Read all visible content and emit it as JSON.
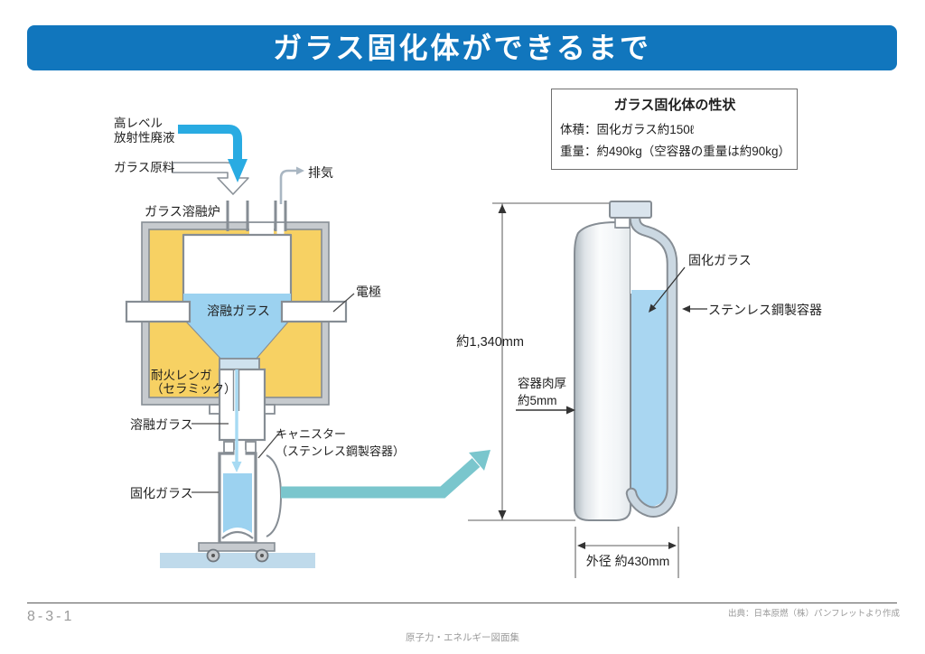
{
  "title": "ガラス固化体ができるまで",
  "info_box": {
    "title": "ガラス固化体の性状",
    "volume": "体積：固化ガラス約150ℓ",
    "weight": "重量：約490kg（空容器の重量は約90kg）"
  },
  "process_labels": {
    "waste": "高レベル\n放射性廃液",
    "glass_material": "ガラス原料",
    "exhaust": "排気",
    "furnace": "ガラス溶融炉",
    "molten_glass": "溶融ガラス",
    "electrode": "電極",
    "firebrick": "耐火レンガ\n（セラミック）",
    "molten_glass_drip": "溶融ガラス",
    "canister": "キャニスター\n（ステンレス鋼製容器）",
    "solidified_glass": "固化ガラス"
  },
  "detail_labels": {
    "height": "約1,340mm",
    "wall_thickness": "容器肉厚\n約5mm",
    "solidified_glass": "固化ガラス",
    "container": "ステンレス鋼製容器",
    "outer_diameter": "外径 約430mm"
  },
  "footer": {
    "page_number": "8-3-1",
    "source": "出典：日本原燃（株）パンフレットより作成",
    "series": "原子力・エネルギー図面集"
  },
  "colors": {
    "banner_blue": "#1176BD",
    "waste_arrow_blue": "#29ABE2",
    "furnace_yellow": "#F7D163",
    "wall_gray": "#868D94",
    "molten_glass_blue": "#9CD2F0",
    "transfer_arrow_teal": "#7AC6CD",
    "floor_blue": "#BFDAEB"
  }
}
